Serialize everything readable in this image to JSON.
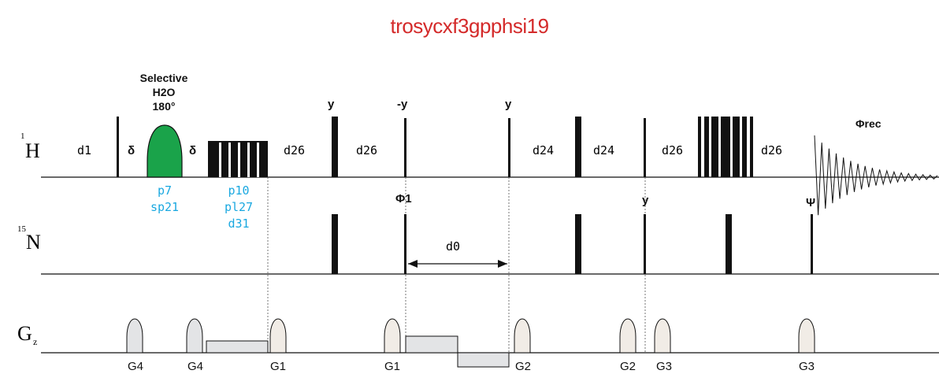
{
  "title": "trosycxf3gpphsi19",
  "colors": {
    "title": "#d42a2a",
    "param": "#1aa8e0",
    "gradient_label": "#d42a2a",
    "selective_pulse": "#1aa34a"
  },
  "channels": {
    "h1": {
      "sup": "1",
      "main": "H"
    },
    "n15": {
      "sup": "15",
      "main": "N"
    },
    "gz": {
      "main": "G",
      "sub": "z"
    }
  },
  "h1_labels": {
    "d1": "d1",
    "delta1": "δ",
    "delta2": "δ",
    "selective": [
      "Selective",
      "H2O",
      "180°"
    ],
    "d26a": "d26",
    "y1": "y",
    "d26b": "d26",
    "my": "-y",
    "y2": "y",
    "d24a": "d24",
    "d24b": "d24",
    "d26c": "d26",
    "d26d": "d26",
    "phirec": "Φrec"
  },
  "params": {
    "p7": [
      "p7",
      "sp21"
    ],
    "p10": [
      "p10",
      "pl27",
      "d31"
    ]
  },
  "n15_labels": {
    "phi1": "Φ1",
    "d0": "d0",
    "y": "y",
    "psi": "Ψ"
  },
  "gradients": [
    "G4",
    "G4",
    "G1",
    "G1",
    "G2",
    "G2",
    "G3",
    "G3"
  ]
}
